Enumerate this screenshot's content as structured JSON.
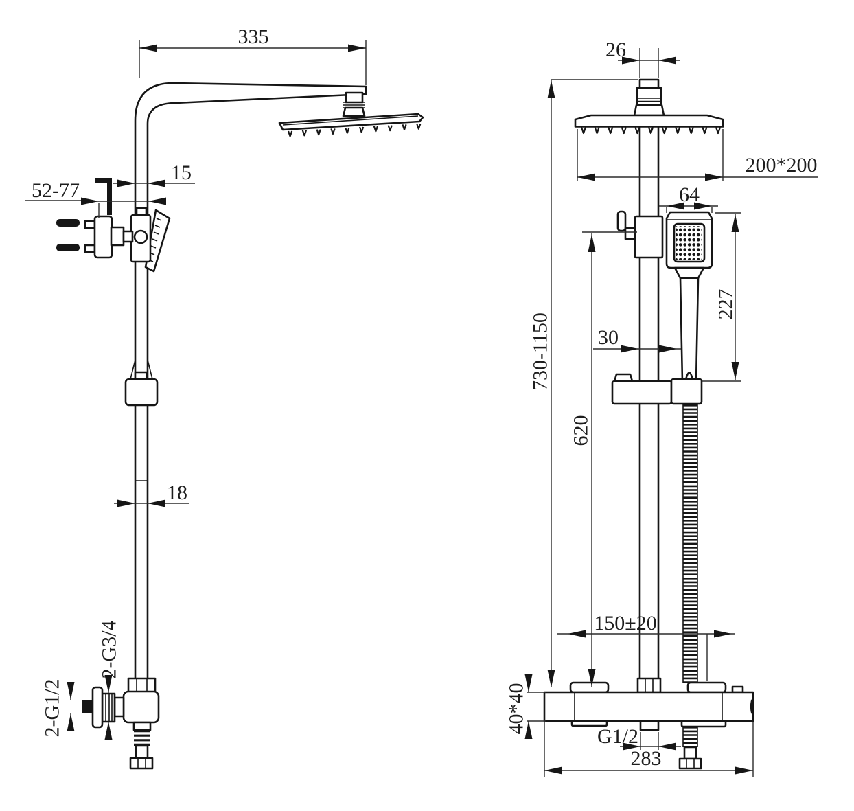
{
  "drawing": {
    "kind": "technical-drawing",
    "subject": "thermostatic shower column with square rain head and hand shower, two orthographic views",
    "background_color": "#ffffff",
    "line_color": "#161616"
  },
  "dims": {
    "left": {
      "arm_length": "335",
      "head_offset": "15",
      "wall_clearance": "52-77",
      "pipe_diameter": "18",
      "riser_thread": "2-G3/4",
      "inlet_thread": "2-G1/2"
    },
    "right": {
      "pipe_width": "26",
      "head_size": "200*200",
      "handset_width": "64",
      "handset_length": "227",
      "rail_gap": "30",
      "overall_height": "730-1150",
      "rail_length": "620",
      "inlet_centres": "150±20",
      "valve_profile": "40*40",
      "outlet_thread": "G1/2",
      "valve_length": "283"
    }
  }
}
